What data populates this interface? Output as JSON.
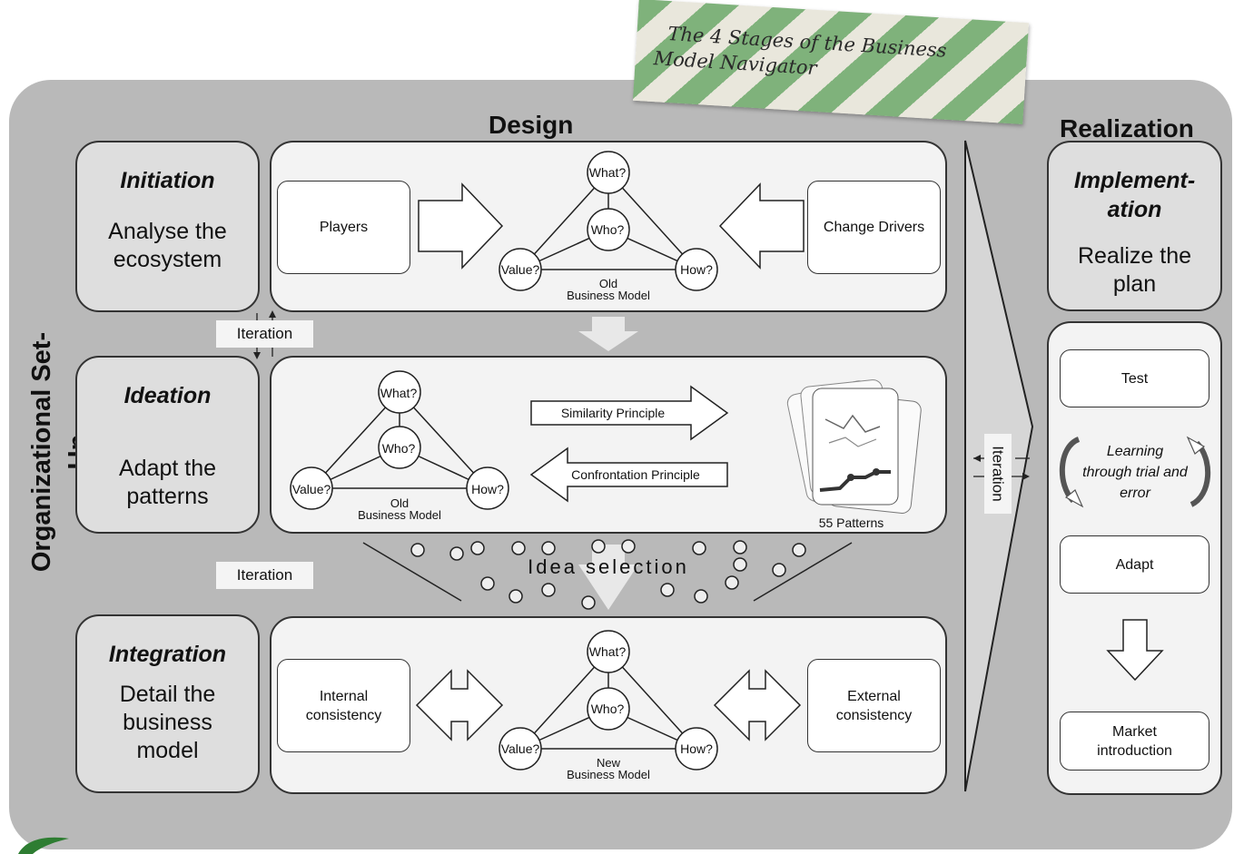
{
  "note": {
    "line1": "The 4 Stages of the Business",
    "line2": "Model Navigator"
  },
  "headers": {
    "side": "Organizational Set-Up",
    "design": "Design",
    "realization": "Realization"
  },
  "stages": [
    {
      "name": "Initiation",
      "desc1": "Analyse the",
      "desc2": "ecosystem"
    },
    {
      "name": "Ideation",
      "desc1": "Adapt the",
      "desc2": "patterns"
    },
    {
      "name": "Integration",
      "desc1": "Detail the",
      "desc2": "business",
      "desc3": "model"
    },
    {
      "name1": "Implement-",
      "name2": "ation",
      "desc1": "Realize the",
      "desc2": "plan"
    }
  ],
  "triangle": {
    "what": "What?",
    "who": "Who?",
    "value": "Value?",
    "how": "How?"
  },
  "initiation": {
    "players": "Players",
    "change_drivers": "Change Drivers",
    "model1": "Old",
    "model2": "Business Model"
  },
  "ideation": {
    "similarity": "Similarity Principle",
    "confrontation": "Confrontation Principle",
    "patterns": "55 Patterns",
    "model1": "Old",
    "model2": "Business Model"
  },
  "integration": {
    "internal1": "Internal",
    "internal2": "consistency",
    "external1": "External",
    "external2": "consistency",
    "model1": "New",
    "model2": "Business Model"
  },
  "iteration_label": "Iteration",
  "idea_selection": "Idea selection",
  "realization": {
    "test": "Test",
    "learning1": "Learning",
    "learning2": "through trial and",
    "learning3": "error",
    "adapt": "Adapt",
    "market1": "Market",
    "market2": "introduction"
  },
  "colors": {
    "panel": "#b9b9b9",
    "stage_box": "#dedede",
    "tape_green": "#7fb27b"
  }
}
